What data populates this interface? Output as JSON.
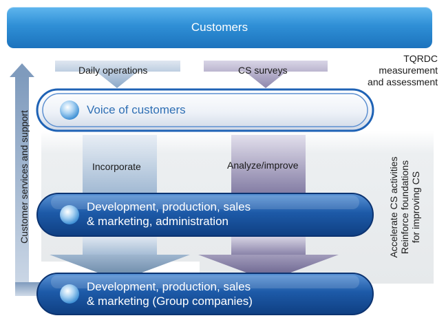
{
  "top_bar": {
    "label": "Customers"
  },
  "flows": {
    "daily_operations": "Daily operations",
    "cs_surveys": "CS surveys",
    "incorporate": "Incorporate",
    "analyze_improve": "Analyze/improve"
  },
  "tqrdc": {
    "line1": "TQRDC",
    "line2": "measurement",
    "line3": "and assessment"
  },
  "stages": {
    "voice": {
      "label": "Voice of customers"
    },
    "internal": {
      "line1": "Development, production, sales",
      "line2": "& marketing, administration"
    },
    "group": {
      "line1": "Development, production, sales",
      "line2": "& marketing (Group companies)"
    }
  },
  "side_labels": {
    "left": "Customer services and support",
    "right_line1": "Accelerate CS activities",
    "right_line2": "Reinforce foundations",
    "right_line3": "for improving CS"
  }
}
